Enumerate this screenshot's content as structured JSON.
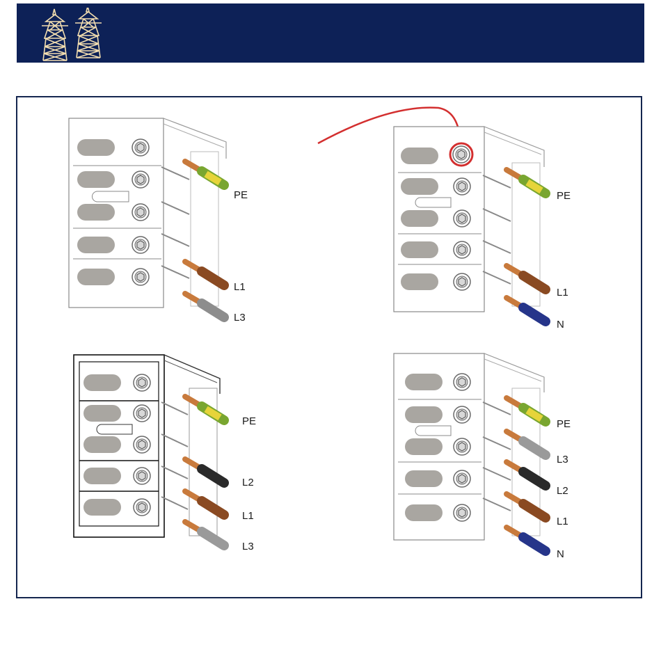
{
  "header": {
    "logo_icon": "power-pylon-icon",
    "color": "#0d2157"
  },
  "accent": "#d32f2f",
  "panels": [
    {
      "id": "top-left",
      "labels": [
        "PE",
        "L1",
        "L3"
      ],
      "wires": [
        "green-yellow",
        "brown",
        "grey"
      ]
    },
    {
      "id": "top-right",
      "labels": [
        "PE",
        "L1",
        "N"
      ],
      "wires": [
        "green-yellow",
        "brown",
        "blue"
      ]
    },
    {
      "id": "bottom-left",
      "labels": [
        "PE",
        "L2",
        "L1",
        "L3"
      ],
      "wires": [
        "green-yellow",
        "black",
        "brown",
        "grey"
      ]
    },
    {
      "id": "bottom-right",
      "labels": [
        "PE",
        "L3",
        "L2",
        "L1",
        "N"
      ],
      "wires": [
        "green-yellow",
        "grey",
        "black",
        "brown",
        "blue"
      ]
    }
  ]
}
